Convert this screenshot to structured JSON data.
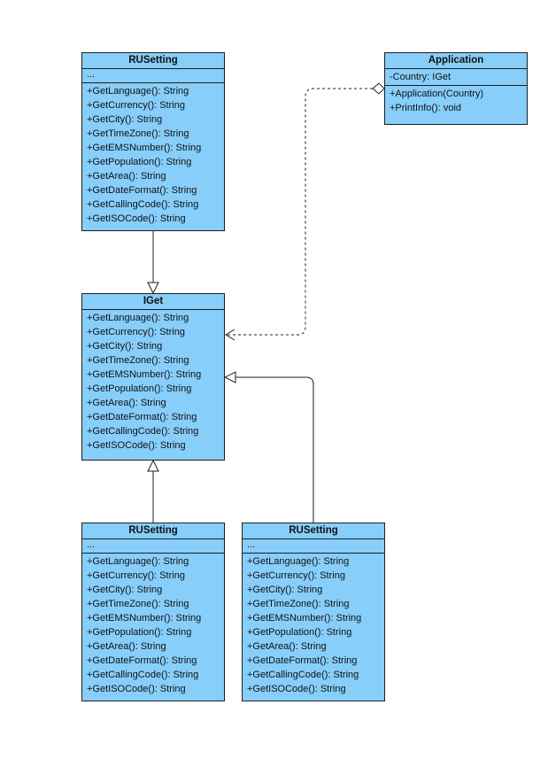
{
  "classes": {
    "top": {
      "name": "RUSetting",
      "attributes": [
        "..."
      ],
      "methods": [
        "+GetLanguage(): String",
        "+GetCurrency(): String",
        "+GetCity(): String",
        "+GetTimeZone(): String",
        "+GetEMSNumber(): String",
        "+GetPopulation(): String",
        "+GetArea(): String",
        "+GetDateFormat(): String",
        "+GetCallingCode(): String",
        "+GetISOCode(): String"
      ]
    },
    "app": {
      "name": "Application",
      "attributes": [
        "-Country: IGet"
      ],
      "methods": [
        "+Application(Country)",
        "+PrintInfo(): void"
      ]
    },
    "iget": {
      "name": "IGet",
      "methods": [
        "+GetLanguage(): String",
        "+GetCurrency(): String",
        "+GetCity(): String",
        "+GetTimeZone(): String",
        "+GetEMSNumber(): String",
        "+GetPopulation(): String",
        "+GetArea(): String",
        "+GetDateFormat(): String",
        "+GetCallingCode(): String",
        "+GetISOCode(): String"
      ]
    },
    "bottom_left": {
      "name": "RUSetting",
      "attributes": [
        "..."
      ],
      "methods": [
        "+GetLanguage(): String",
        "+GetCurrency(): String",
        "+GetCity(): String",
        "+GetTimeZone(): String",
        "+GetEMSNumber(): String",
        "+GetPopulation(): String",
        "+GetArea(): String",
        "+GetDateFormat(): String",
        "+GetCallingCode(): String",
        "+GetISOCode(): String"
      ]
    },
    "bottom_right": {
      "name": "RUSetting",
      "attributes": [
        "..."
      ],
      "methods": [
        "+GetLanguage(): String",
        "+GetCurrency(): String",
        "+GetCity(): String",
        "+GetTimeZone(): String",
        "+GetEMSNumber(): String",
        "+GetPopulation(): String",
        "+GetArea(): String",
        "+GetDateFormat(): String",
        "+GetCallingCode(): String",
        "+GetISOCode(): String"
      ]
    }
  },
  "colors": {
    "class_fill": "#87cefa",
    "border": "#1f1f1f",
    "line": "#1f1f1f"
  }
}
